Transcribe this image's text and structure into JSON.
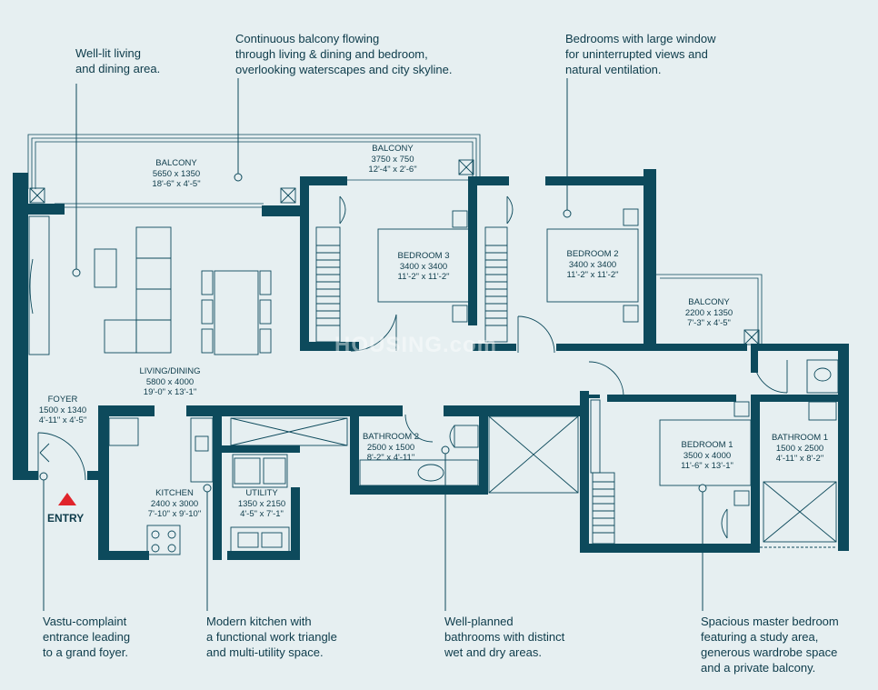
{
  "callouts": {
    "living": [
      "Well-lit living",
      "and dining area."
    ],
    "balcony": [
      "Continuous balcony flowing",
      "through living & dining and bedroom,",
      "overlooking waterscapes and city skyline."
    ],
    "bedrooms": [
      "Bedrooms with large window",
      "for uninterrupted views and",
      "natural ventilation."
    ],
    "entrance": [
      "Vastu-complaint",
      "entrance leading",
      "to a grand foyer."
    ],
    "kitchen": [
      "Modern kitchen with",
      "a functional work triangle",
      "and multi-utility space."
    ],
    "bathrooms": [
      "Well-planned",
      "bathrooms with distinct",
      "wet and dry areas."
    ],
    "master": [
      "Spacious master bedroom",
      "featuring a study area,",
      "generous wardrobe space",
      "and a private balcony."
    ]
  },
  "rooms": {
    "balcony_main": {
      "name": "BALCONY",
      "mm": "5650 x 1350",
      "ft": "18'-6\" x 4'-5\""
    },
    "balcony_top": {
      "name": "BALCONY",
      "mm": "3750 x 750",
      "ft": "12'-4\" x 2'-6\""
    },
    "bedroom3": {
      "name": "BEDROOM 3",
      "mm": "3400 x 3400",
      "ft": "11'-2\" x 11'-2\""
    },
    "bedroom2": {
      "name": "BEDROOM 2",
      "mm": "3400 x 3400",
      "ft": "11'-2\" x 11'-2\""
    },
    "balcony_right": {
      "name": "BALCONY",
      "mm": "2200 x 1350",
      "ft": "7'-3\" x 4'-5\""
    },
    "living": {
      "name": "LIVING/DINING",
      "mm": "5800 x 4000",
      "ft": "19'-0\" x 13'-1\""
    },
    "foyer": {
      "name": "FOYER",
      "mm": "1500 x 1340",
      "ft": "4'-11\" x 4'-5\""
    },
    "kitchen": {
      "name": "KITCHEN",
      "mm": "2400 x 3000",
      "ft": "7'-10\" x 9'-10\""
    },
    "utility": {
      "name": "UTILITY",
      "mm": "1350 x 2150",
      "ft": "4'-5\" x 7'-1\""
    },
    "bathroom2": {
      "name": "BATHROOM 2",
      "mm": "2500 x 1500",
      "ft": "8'-2\" x 4'-11\""
    },
    "bedroom1": {
      "name": "BEDROOM 1",
      "mm": "3500 x 4000",
      "ft": "11'-6\" x 13'-1\""
    },
    "bathroom1": {
      "name": "BATHROOM 1",
      "mm": "1500 x 2500",
      "ft": "4'-11\" x 8'-2\""
    }
  },
  "entry_label": "ENTRY",
  "watermark": "HOUSING.com",
  "colors": {
    "background": "#e6eff1",
    "wall": "#0d4a5c",
    "text": "#0d3b4a",
    "entry_marker": "#e0242b"
  }
}
